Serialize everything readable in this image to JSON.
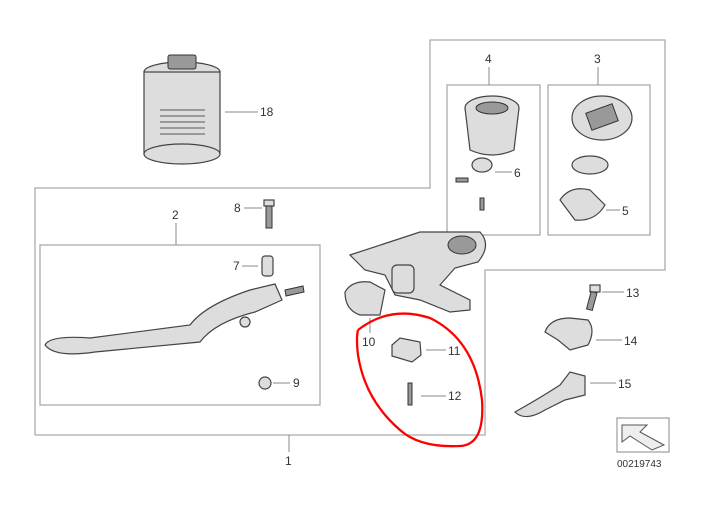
{
  "diagram": {
    "part_numbers": [
      "1",
      "2",
      "3",
      "4",
      "5",
      "6",
      "7",
      "8",
      "9",
      "10",
      "11",
      "12",
      "13",
      "14",
      "15",
      "18"
    ],
    "labels": {
      "p1": "1",
      "p2": "2",
      "p3": "3",
      "p4": "4",
      "p5": "5",
      "p6": "6",
      "p7": "7",
      "p8": "8",
      "p9": "9",
      "p10": "10",
      "p11": "11",
      "p12": "12",
      "p13": "13",
      "p14": "14",
      "p15": "15",
      "p18": "18"
    },
    "diagram_id": "00219743",
    "highlight_color": "#ff0000",
    "highlighted_parts": [
      "11",
      "12"
    ]
  }
}
